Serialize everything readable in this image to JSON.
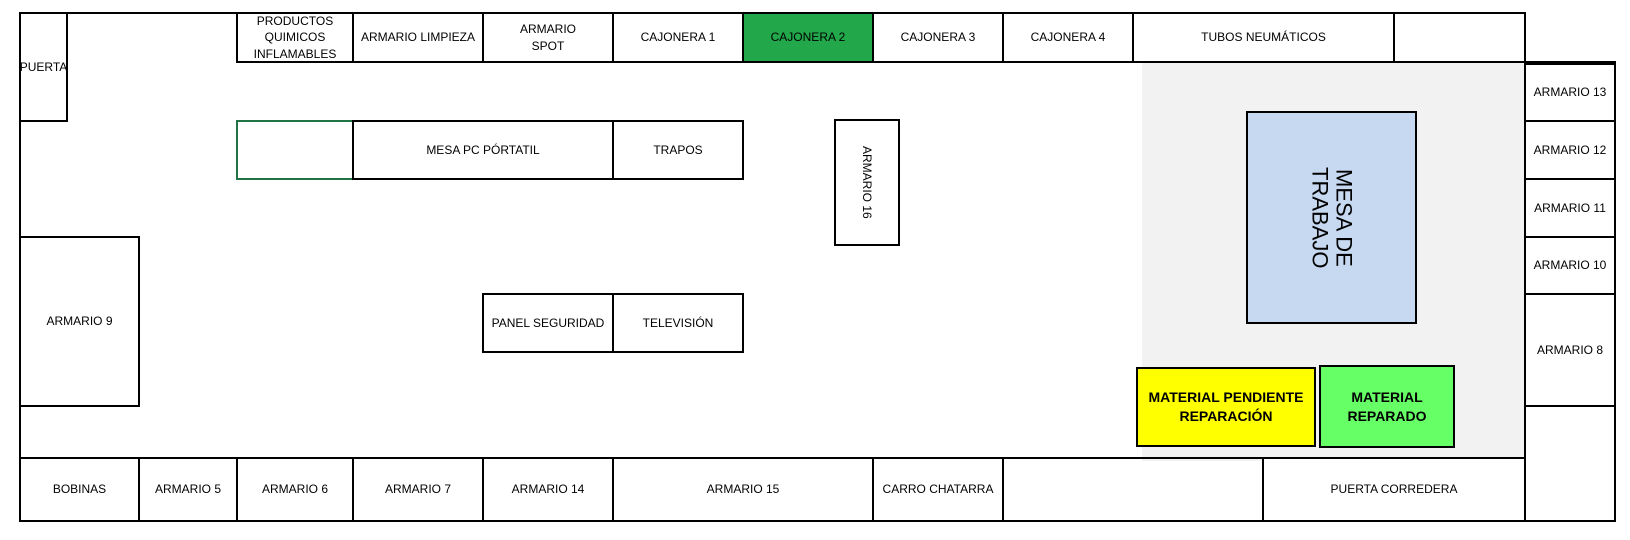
{
  "colors": {
    "highlight_green": "#22a84a",
    "work_area": "#f2f2f2",
    "mesa_trabajo": "#c6d9f1",
    "pendiente": "#ffff00",
    "reparado": "#66ff66",
    "selected_cell_border": "#217346"
  },
  "labels": {
    "puerta": "PUERTA",
    "productos": "PRODUCTOS\nQUIMICOS\nINFLAMABLES",
    "armario_limpieza": "ARMARIO LIMPIEZA",
    "armario_spot": "ARMARIO\nSPOT",
    "cajonera_1": "CAJONERA 1",
    "cajonera_2": "CAJONERA 2",
    "cajonera_3": "CAJONERA 3",
    "cajonera_4": "CAJONERA 4",
    "tubos": "TUBOS NEUMÁTICOS",
    "armario_13": "ARMARIO 13",
    "armario_12": "ARMARIO 12",
    "armario_11": "ARMARIO 11",
    "armario_10": "ARMARIO 10",
    "armario_8": "ARMARIO 8",
    "mesa_pc": "MESA PC PÓRTATIL",
    "trapos": "TRAPOS",
    "armario_16": "ARMARIO 16",
    "mesa_trabajo": "MESA DE\nTRABAJO",
    "armario_9": "ARMARIO 9",
    "panel_seguridad": "PANEL SEGURIDAD",
    "television": "TELEVISIÓN",
    "material_pendiente": "MATERIAL PENDIENTE\nREPARACIÓN",
    "material_reparado": "MATERIAL\nREPARADO",
    "bobinas": "BOBINAS",
    "armario_5": "ARMARIO 5",
    "armario_6": "ARMARIO 6",
    "armario_7": "ARMARIO 7",
    "armario_14": "ARMARIO 14",
    "armario_15": "ARMARIO 15",
    "carro_chatarra": "CARRO CHATARRA",
    "puerta_corredera": "PUERTA CORREDERA"
  }
}
